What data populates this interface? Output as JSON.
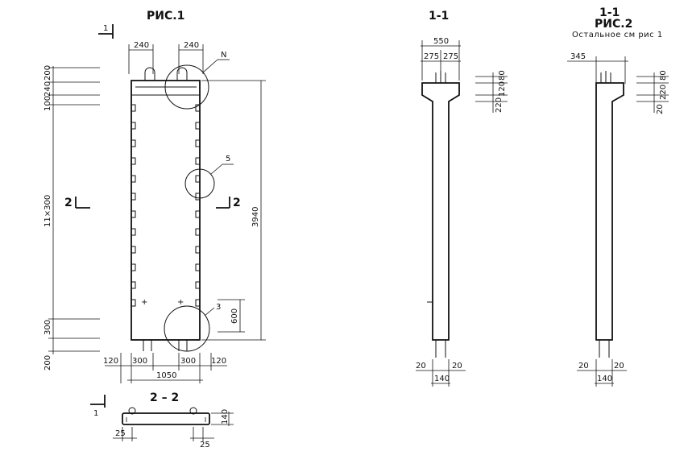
{
  "fig1": {
    "title": "РИС.1",
    "top_dim_left": "240",
    "top_dim_right": "240",
    "callout_N": "N",
    "callout_5": "5",
    "callout_3": "3",
    "section_mark_1": "1",
    "section_mark_2_left": "2",
    "section_mark_2_right": "2",
    "left_dims": [
      "200",
      "240",
      "100",
      "11×300",
      "300",
      "200"
    ],
    "right_dim_total": "3940",
    "right_dim_small": "600",
    "bottom_dims": [
      "120",
      "300",
      "300",
      "120"
    ],
    "bottom_total": "1050"
  },
  "section22": {
    "title": "2 – 2",
    "section_mark_1": "1",
    "height_dim": "140",
    "left_dim": "25",
    "right_dim": "25"
  },
  "section11": {
    "title": "1-1",
    "width_total": "550",
    "width_halves": [
      "275",
      "275"
    ],
    "right_dims": [
      "80",
      "120",
      "220"
    ],
    "bottom_dims": [
      "20",
      "20"
    ],
    "bottom_center": "140"
  },
  "fig2": {
    "title_section": "1-1",
    "title": "РИС.2",
    "note": "Остальное см рис 1",
    "top_dim": "345",
    "right_dims": [
      "80",
      "220",
      "20"
    ],
    "bottom_dims": [
      "20",
      "20"
    ],
    "bottom_center": "140"
  }
}
